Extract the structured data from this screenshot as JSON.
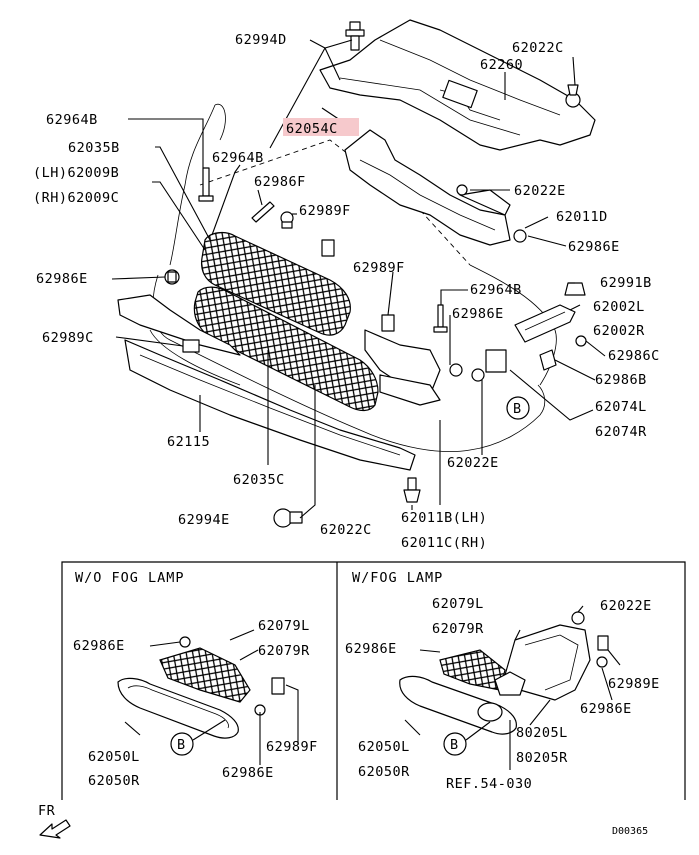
{
  "diagram_code": "D00365",
  "front_marker": "FR",
  "inset_left_title": "W/O FOG LAMP",
  "inset_right_title": "W/FOG LAMP",
  "highlight_color": "#f6c9cc",
  "callout_letter": "B",
  "parts": {
    "p62994D": "62994D",
    "p62022C_top": "62022C",
    "p62260": "62260",
    "p62054C": "62054C",
    "p62964B_left": "62964B",
    "p62035B": "62035B",
    "p62009B": "(LH)62009B",
    "p62009C": "(RH)62009C",
    "p62964B_mid": "62964B",
    "p62986F": "62986F",
    "p62989F_a": "62989F",
    "p62022E_top": "62022E",
    "p62011D": "62011D",
    "p62986E_right": "62986E",
    "p62986E_left": "62986E",
    "p62989F_b": "62989F",
    "p62991B": "62991B",
    "p62964B_right": "62964B",
    "p62002L": "62002L",
    "p62002R": "62002R",
    "p62989C": "62989C",
    "p62986E_mid": "62986E",
    "p62986C": "62986C",
    "p62986B": "62986B",
    "p62074L": "62074L",
    "p62074R": "62074R",
    "p62115": "62115",
    "p62022E_bottom": "62022E",
    "p62035C": "62035C",
    "p62994E": "62994E",
    "p62022C_bottom": "62022C",
    "p62011B": "62011B(LH)",
    "p62011C": "62011C(RH)"
  },
  "inset_left": {
    "p62986E_a": "62986E",
    "p62079L": "62079L",
    "p62079R": "62079R",
    "p62050L": "62050L",
    "p62050R": "62050R",
    "p62989F": "62989F",
    "p62986E_b": "62986E"
  },
  "inset_right": {
    "p62079L": "62079L",
    "p62079R": "62079R",
    "p62022E": "62022E",
    "p62986E_a": "62986E",
    "p62989E": "62989E",
    "p62986E_b": "62986E",
    "p62050L": "62050L",
    "p62050R": "62050R",
    "p80205L": "80205L",
    "p80205R": "80205R",
    "ref": "REF.54-030"
  }
}
